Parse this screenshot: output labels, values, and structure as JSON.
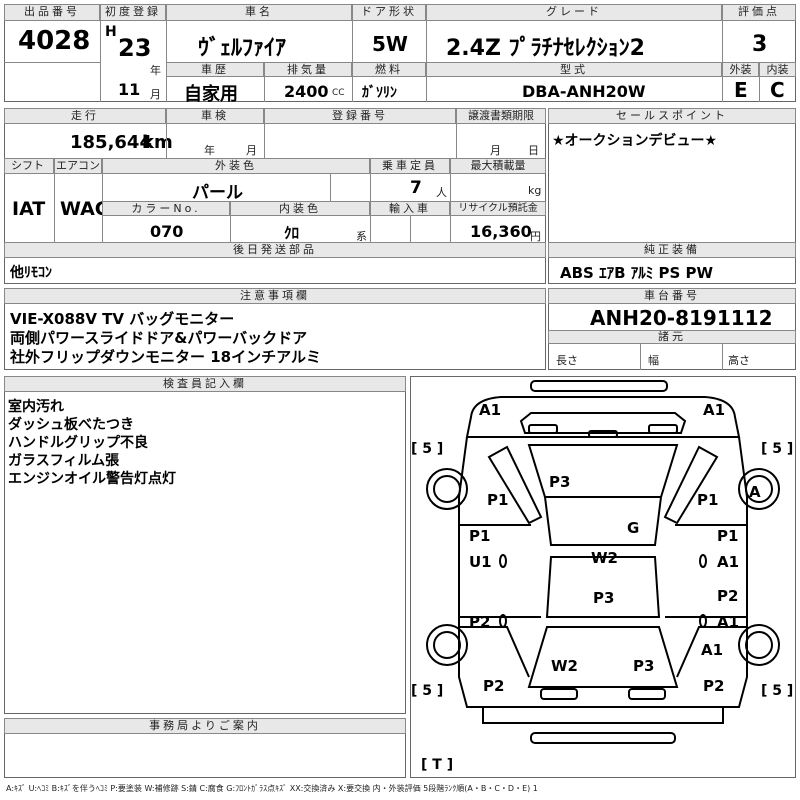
{
  "header": {
    "lot_label": "出品番号",
    "lot": "4028",
    "first_reg_label": "初度登録",
    "era": "H",
    "year": "23",
    "year_unit": "年",
    "month": "11",
    "month_unit": "月",
    "name_label": "車名",
    "name": "ｳﾞｪﾙﾌｧｲｱ",
    "door_label": "ドア形状",
    "door": "5W",
    "grade_label": "グレード",
    "grade": "2.4Z ﾌﾟﾗﾁﾅｾﾚｸｼｮﾝ2",
    "score_label": "評価点",
    "score": "3",
    "history_label": "車歴",
    "history": "自家用",
    "displacement_label": "排気量",
    "displacement": "2400",
    "displacement_unit": "CC",
    "fuel_label": "燃料",
    "fuel": "ｶﾞｿﾘﾝ",
    "model_label": "型式",
    "model": "DBA-ANH20W",
    "exterior_label": "外装",
    "exterior": "E",
    "interior_label": "内装",
    "interior": "C"
  },
  "row2": {
    "mileage_label": "走行",
    "mileage": "185,644",
    "mileage_unit": "km",
    "inspection_label": "車検",
    "insp_year_unit": "年",
    "insp_month_unit": "月",
    "reg_no_label": "登録番号",
    "transfer_label": "譲渡書類期限",
    "transfer_month_unit": "月",
    "transfer_day_unit": "日",
    "shift_label": "シフト",
    "shift": "IAT",
    "aircon_label": "エアコン",
    "aircon": "WAC",
    "color_label": "外装色",
    "color": "パール",
    "capacity_label": "乗車定員",
    "capacity": "7",
    "capacity_unit": "人",
    "load_label": "最大積載量",
    "load_unit": "kg",
    "color_no_label": "カラーNo.",
    "color_no": "070",
    "interior_color_label": "内装色",
    "interior_color": "ｸﾛ",
    "interior_color_unit": "系",
    "import_label": "輸入車",
    "recycle_label": "リサイクル預託金",
    "recycle": "16,360",
    "recycle_unit": "円",
    "later_parts_label": "後日発送部品",
    "later_parts": "他ﾘﾓｺﾝ"
  },
  "sales": {
    "label": "セールスポイント",
    "text": "★オークションデビュー★",
    "equip_label": "純正装備",
    "equip": "ABS ｴｱB ｱﾙﾐ PS PW"
  },
  "notes": {
    "label": "注意事項欄",
    "lines": [
      "VIE-X088V TV バッグモニター",
      "両側パワースライドドア&パワーバックドア",
      "社外フリップダウンモニター 18インチアルミ"
    ]
  },
  "chassis": {
    "label": "車台番号",
    "number": "ANH20-8191112",
    "spec_label": "諸元",
    "length": "長さ",
    "width": "幅",
    "height": "高さ"
  },
  "inspector": {
    "label": "検査員記入欄",
    "lines": [
      "室内汚れ",
      "ダッシュ板べたつき",
      "ハンドルグリップ不良",
      "ガラスフィルム張",
      "エンジンオイル警告灯点灯"
    ]
  },
  "office": {
    "label": "事務局よりご案内"
  },
  "diagram": {
    "marks": [
      "A1",
      "A1",
      "[ 5 ]",
      "[ 5 ]",
      "P3",
      "P1",
      "P1",
      "A",
      "G",
      "P1",
      "U1",
      "W2",
      "P1",
      "A1",
      "P3",
      "P2",
      "P2",
      "A1",
      "A1",
      "W2",
      "P3",
      "P2",
      "P2",
      "[ 5 ]",
      "[ 5 ]",
      "[ T ]"
    ]
  },
  "legend": "A:ｷｽﾞ U:ﾍｺﾐ B:ｷｽﾞを伴うﾍｺﾐ P:要塗装 W:補修跡 S:錆 C:腐食 G:ﾌﾛﾝﾄｶﾞﾗｽ点ｷｽﾞ XX:交換済み X:要交換 内・外装評価 5段階ﾗﾝｸ順(A・B・C・D・E) 1"
}
